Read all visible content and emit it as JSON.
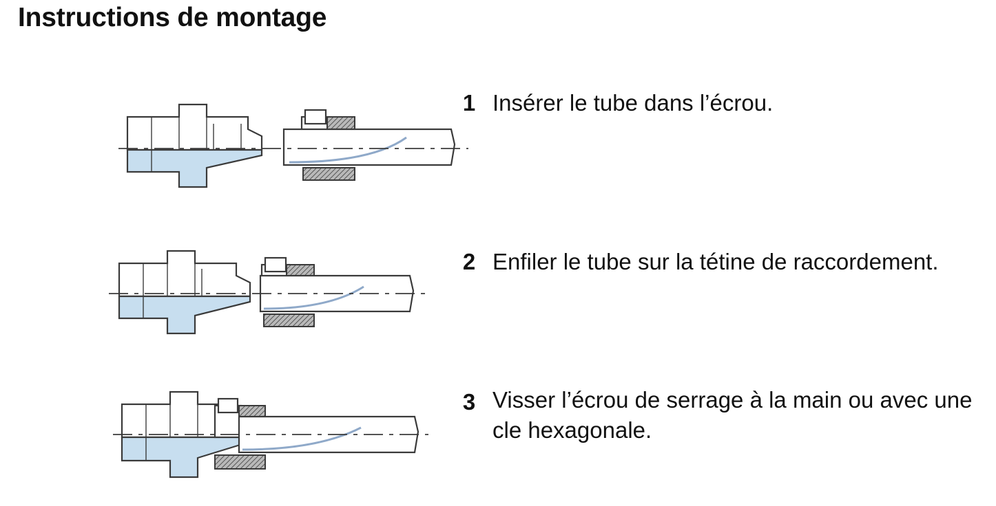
{
  "title": "Instructions de montage",
  "steps": [
    {
      "number": "1",
      "text": "Insérer le tube dans l’écrou."
    },
    {
      "number": "2",
      "text": "Enfiler le tube sur la tétine de raccordement."
    },
    {
      "number": "3",
      "text": "Visser l’écrou de serrage à la main ou avec une cle hexagonale."
    }
  ],
  "colors": {
    "fitting_fill": "#c7deef",
    "outline": "#3a3a3a",
    "hatch": "#777777"
  }
}
